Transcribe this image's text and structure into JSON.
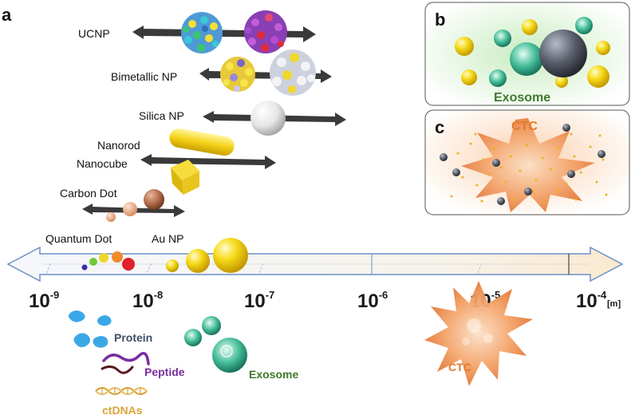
{
  "panels": {
    "a": "a",
    "b": "b",
    "c": "c"
  },
  "nanoparticles": {
    "ucnp": "UCNP",
    "bimetallic": "Bimetallic NP",
    "silica": "Silica NP",
    "nanorod": "Nanorod",
    "nanocube": "Nanocube",
    "carbon_dot": "Carbon Dot",
    "quantum_dot": "Quantum Dot",
    "au_np": "Au NP"
  },
  "scale": {
    "base": "10",
    "exponents": [
      "-9",
      "-8",
      "-7",
      "-6",
      "-5",
      "-4"
    ],
    "unit": "[m]"
  },
  "biomolecules": {
    "protein": "Protein",
    "peptide": "Peptide",
    "ctdnas": "ctDNAs",
    "exosome": "Exosome",
    "ctc": "CTC"
  },
  "panel_b": {
    "label": "Exosome"
  },
  "panel_c": {
    "label": "CTC"
  },
  "colors": {
    "arrow_fill": "#eef2fa",
    "arrow_stroke": "#6c8fc9",
    "gold": "#f5d318",
    "teal": "#3db394",
    "ctc_orange": "#f0883a",
    "protein_blue": "#3aa8e6",
    "peptide_purple": "#7a2d9e",
    "dna_gold": "#d9a43a",
    "exosome_green": "#3f7a2a"
  }
}
